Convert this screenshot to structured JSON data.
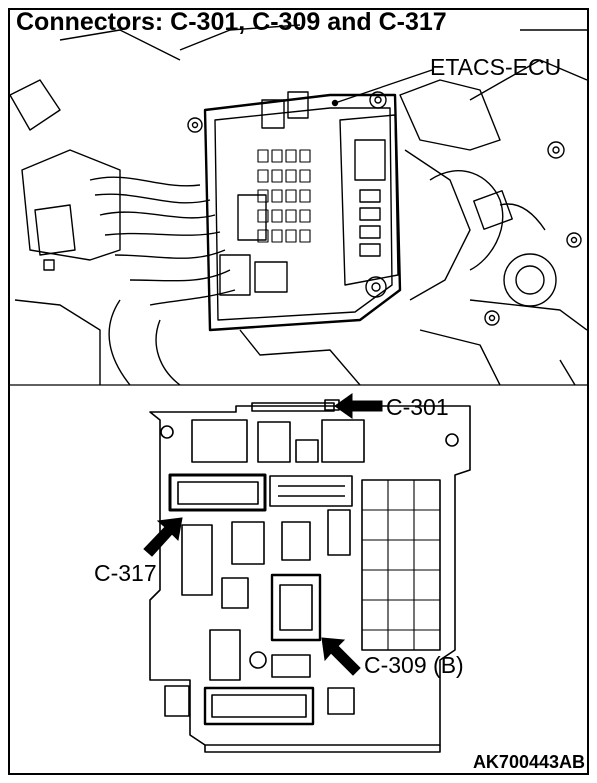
{
  "title": "Connectors: C-301, C-309 and C-317",
  "labels": {
    "etacs_ecu": "ETACS-ECU",
    "c301": "C-301",
    "c317": "C-317",
    "c309": "C-309 (B)"
  },
  "figure_code": "AK700443AB"
}
